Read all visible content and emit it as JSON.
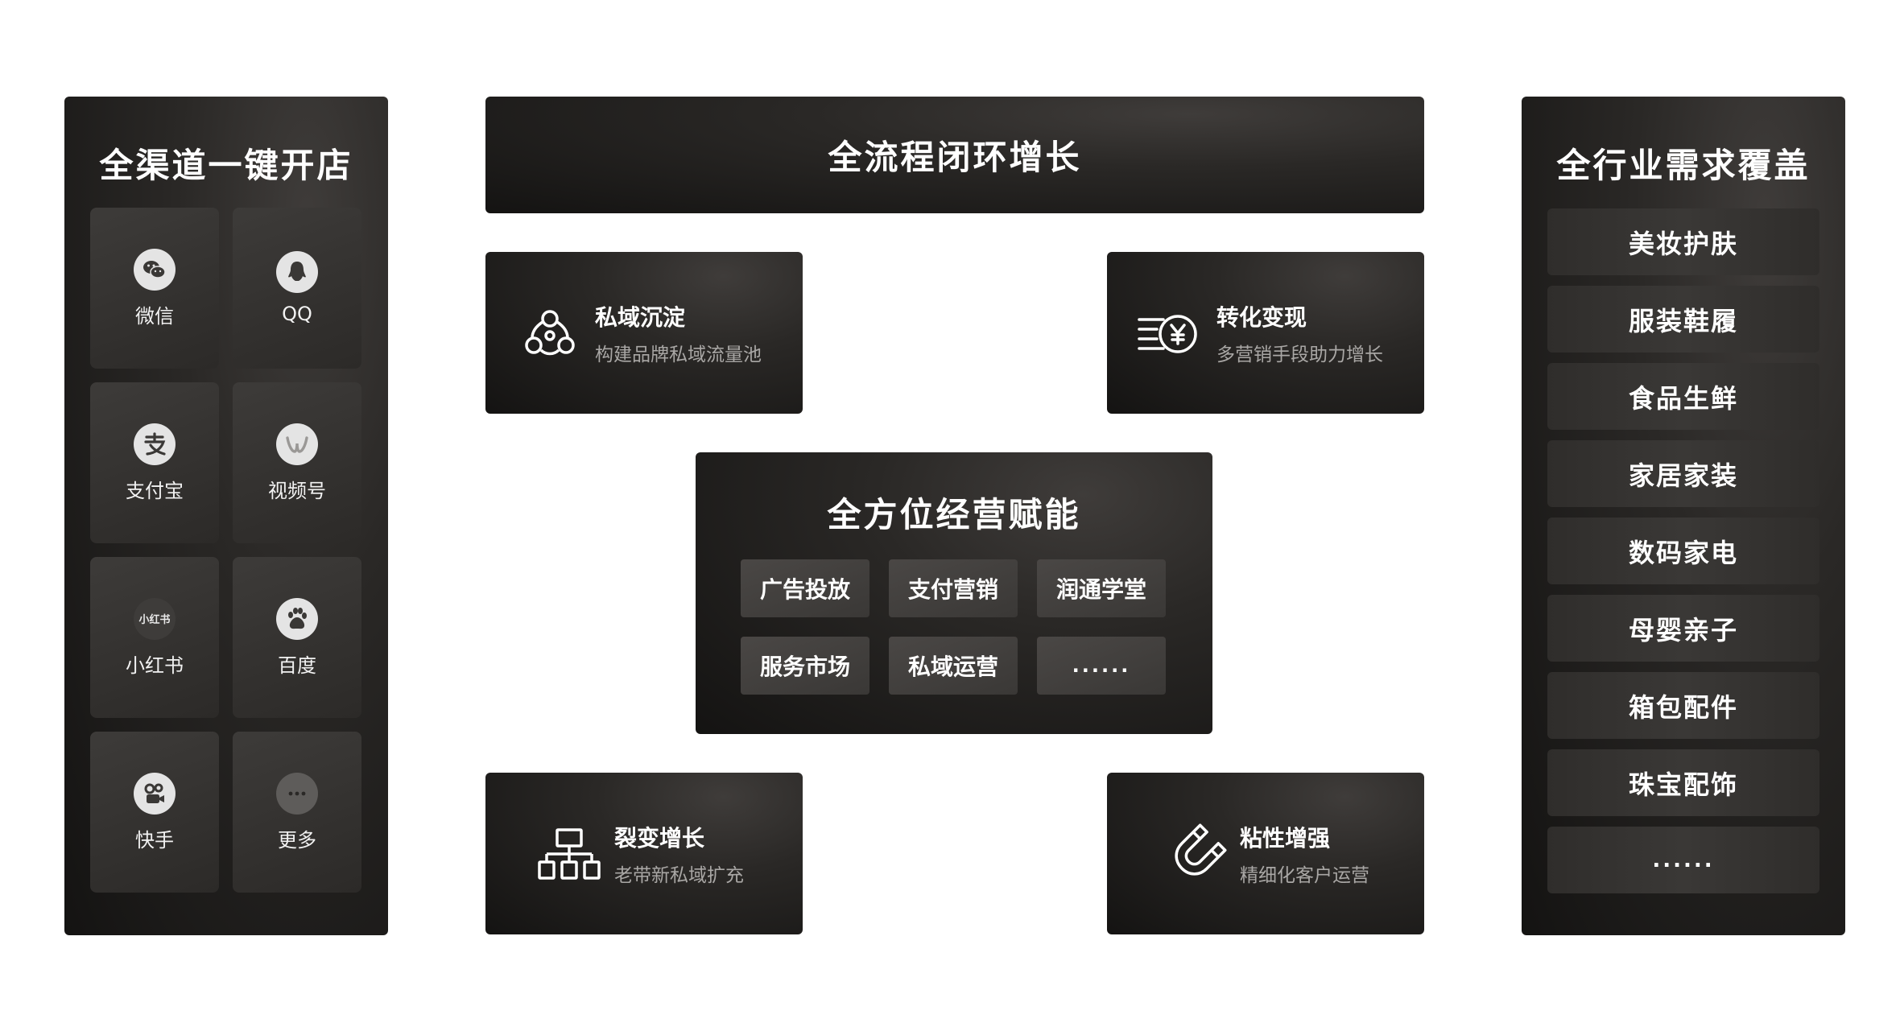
{
  "left_panel": {
    "title": "全渠道一键开店",
    "channels": [
      {
        "label": "微信",
        "icon": "wechat-icon"
      },
      {
        "label": "QQ",
        "icon": "qq-icon"
      },
      {
        "label": "支付宝",
        "icon": "alipay-icon"
      },
      {
        "label": "视频号",
        "icon": "channels-icon"
      },
      {
        "label": "小红书",
        "icon": "xiaohongshu-icon",
        "icon_text": "小红书"
      },
      {
        "label": "百度",
        "icon": "baidu-icon"
      },
      {
        "label": "快手",
        "icon": "kuaishou-icon"
      },
      {
        "label": "更多",
        "icon": "more-icon"
      }
    ]
  },
  "center": {
    "banner_title": "全流程闭环增长",
    "features": {
      "private": {
        "title": "私域沉淀",
        "desc": "构建品牌私域流量池",
        "icon": "network-circles-icon"
      },
      "conversion": {
        "title": "转化变现",
        "desc": "多营销手段助力增长",
        "icon": "yen-speed-icon"
      },
      "fission": {
        "title": "裂变增长",
        "desc": "老带新私域扩充",
        "icon": "org-chart-icon"
      },
      "sticky": {
        "title": "粘性增强",
        "desc": "精细化客户运营",
        "icon": "magnet-icon"
      }
    },
    "operations": {
      "title": "全方位经营赋能",
      "chips": [
        "广告投放",
        "支付营销",
        "润通学堂",
        "服务市场",
        "私域运营",
        "......"
      ]
    }
  },
  "right_panel": {
    "title": "全行业需求覆盖",
    "industries": [
      "美妆护肤",
      "服装鞋履",
      "食品生鲜",
      "家居家装",
      "数码家电",
      "母婴亲子",
      "箱包配件",
      "珠宝配饰",
      "......"
    ]
  },
  "colors": {
    "panel_dark": "#1a1918",
    "tile": "#353331",
    "text": "#ffffff",
    "subtext": "#a9a7a5",
    "icon_bg": "#e4e4e4"
  }
}
